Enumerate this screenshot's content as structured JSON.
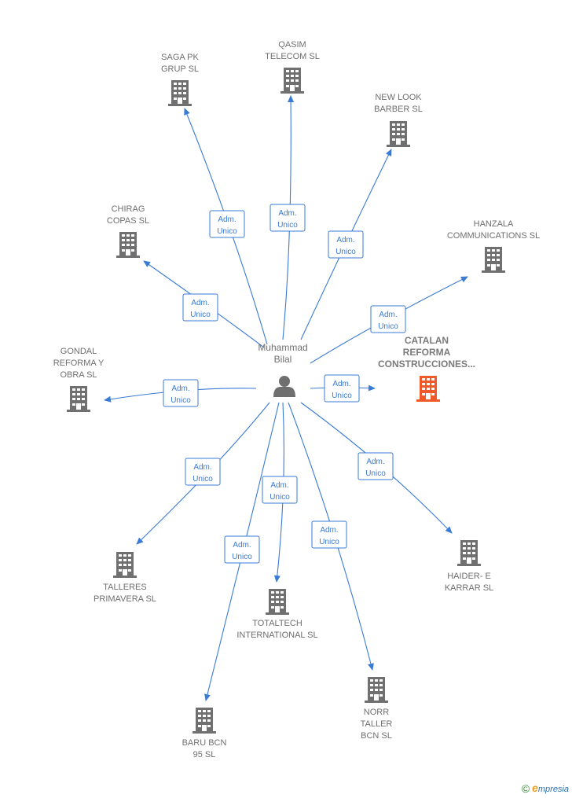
{
  "center": {
    "name_lines": [
      "Muhammad",
      "Bilal"
    ]
  },
  "highlight": {
    "name_lines": [
      "CATALAN",
      "REFORMA",
      "CONSTRUCCIONES..."
    ],
    "color": "#f05a28"
  },
  "edge_label_lines": [
    "Adm.",
    "Unico"
  ],
  "colors": {
    "edge": "#3a7bd5",
    "building": "#707070",
    "highlight": "#f05a28"
  },
  "companies": [
    {
      "id": "saga-pk-grup",
      "name_lines": [
        "SAGA PK",
        "GRUP  SL"
      ]
    },
    {
      "id": "qasim-telecom",
      "name_lines": [
        "QASIM",
        "TELECOM SL"
      ]
    },
    {
      "id": "new-look-barber",
      "name_lines": [
        "NEW LOOK",
        "BARBER  SL"
      ]
    },
    {
      "id": "hanzala-communications",
      "name_lines": [
        "HANZALA",
        "COMMUNICATIONS SL"
      ]
    },
    {
      "id": "chirag-copas",
      "name_lines": [
        "CHIRAG",
        "COPAS  SL"
      ]
    },
    {
      "id": "gondal-reforma-y-obra",
      "name_lines": [
        "GONDAL",
        "REFORMA Y",
        "OBRA  SL"
      ]
    },
    {
      "id": "talleres-primavera",
      "name_lines": [
        "TALLERES",
        "PRIMAVERA SL"
      ]
    },
    {
      "id": "totaltech-international",
      "name_lines": [
        "TOTALTECH",
        "INTERNATIONAL SL"
      ]
    },
    {
      "id": "baru-bcn-95",
      "name_lines": [
        "BARU BCN",
        "95  SL"
      ]
    },
    {
      "id": "norr-taller-bcn",
      "name_lines": [
        "NORR",
        "TALLER",
        "BCN  SL"
      ]
    },
    {
      "id": "haider-e-karrar",
      "name_lines": [
        "HAIDER- E",
        "KARRAR  SL"
      ]
    }
  ],
  "brand": {
    "symbol": "©",
    "first": "e",
    "rest": "mpresia"
  }
}
